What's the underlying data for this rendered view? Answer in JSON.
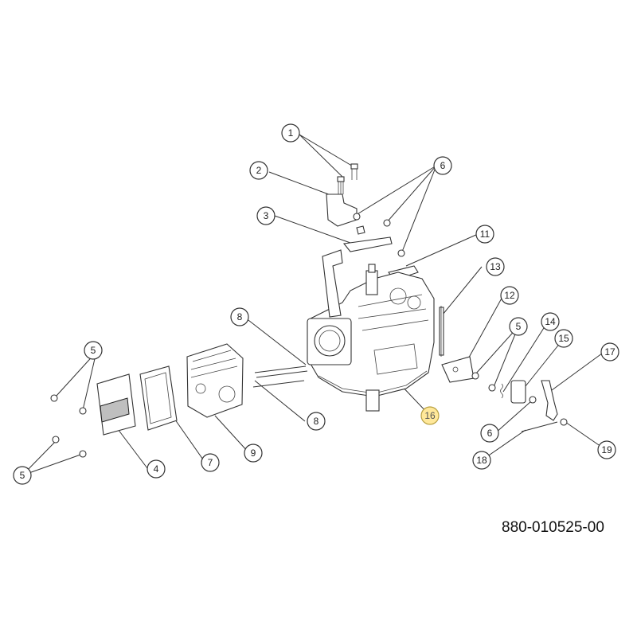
{
  "drawing": {
    "number": "880-010525-00",
    "highlight_color": "#ffe89a",
    "callouts": [
      {
        "id": "c1",
        "label": "1"
      },
      {
        "id": "c2",
        "label": "2"
      },
      {
        "id": "c3",
        "label": "3"
      },
      {
        "id": "c4",
        "label": "4"
      },
      {
        "id": "c5a",
        "label": "5"
      },
      {
        "id": "c5b",
        "label": "5"
      },
      {
        "id": "c5c",
        "label": "5"
      },
      {
        "id": "c6a",
        "label": "6"
      },
      {
        "id": "c6b",
        "label": "6"
      },
      {
        "id": "c7",
        "label": "7"
      },
      {
        "id": "c8a",
        "label": "8"
      },
      {
        "id": "c8b",
        "label": "8"
      },
      {
        "id": "c9",
        "label": "9"
      },
      {
        "id": "c11",
        "label": "11"
      },
      {
        "id": "c12",
        "label": "12"
      },
      {
        "id": "c13",
        "label": "13"
      },
      {
        "id": "c14",
        "label": "14"
      },
      {
        "id": "c15",
        "label": "15"
      },
      {
        "id": "c16",
        "label": "16",
        "highlighted": true
      },
      {
        "id": "c17",
        "label": "17"
      },
      {
        "id": "c18",
        "label": "18"
      },
      {
        "id": "c19",
        "label": "19"
      }
    ]
  }
}
